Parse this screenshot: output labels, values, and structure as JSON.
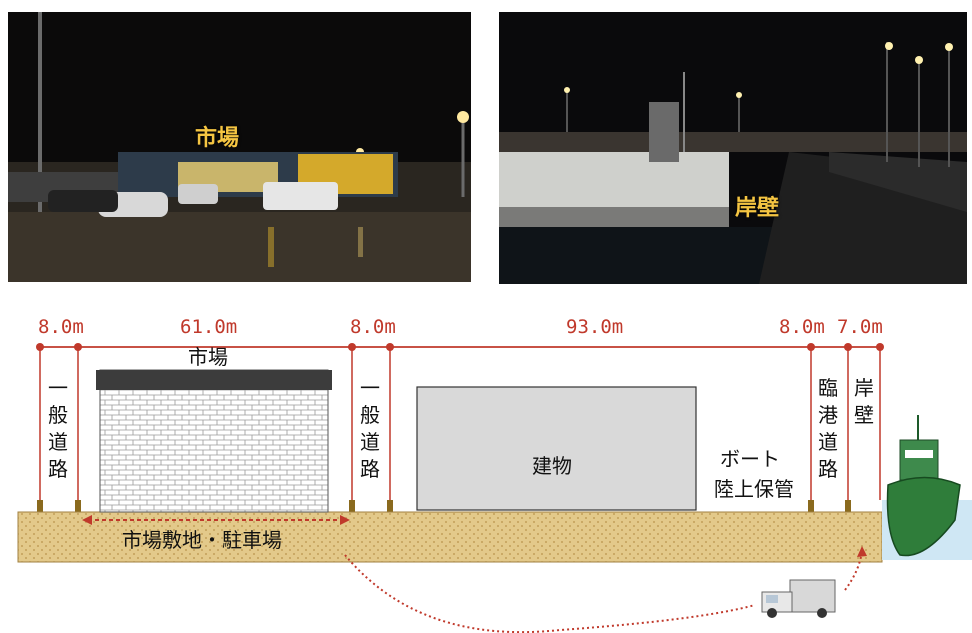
{
  "photos": {
    "left_label": "市場",
    "right_label": "岸壁"
  },
  "dimensions": [
    "8.0m",
    "61.0m",
    "8.0m",
    "93.0m",
    "8.0m",
    "7.0m"
  ],
  "labels": {
    "market": "市場",
    "road_left": [
      "一",
      "般",
      "道",
      "路"
    ],
    "road_mid": [
      "一",
      "般",
      "道",
      "路"
    ],
    "building": "建物",
    "boat_storage_1": "ボート",
    "boat_storage_2": "陸上保管",
    "port_road": [
      "臨",
      "港",
      "道",
      "路"
    ],
    "quay": [
      "岸",
      "壁"
    ],
    "ground": "市場敷地・駐車場"
  },
  "colors": {
    "dimension_red": "#c0392b",
    "ground": "#e3c98a",
    "night_sky": "#0b0a0a"
  },
  "icons": [
    "truck-icon",
    "boat-icon",
    "street-lamp-icon"
  ]
}
